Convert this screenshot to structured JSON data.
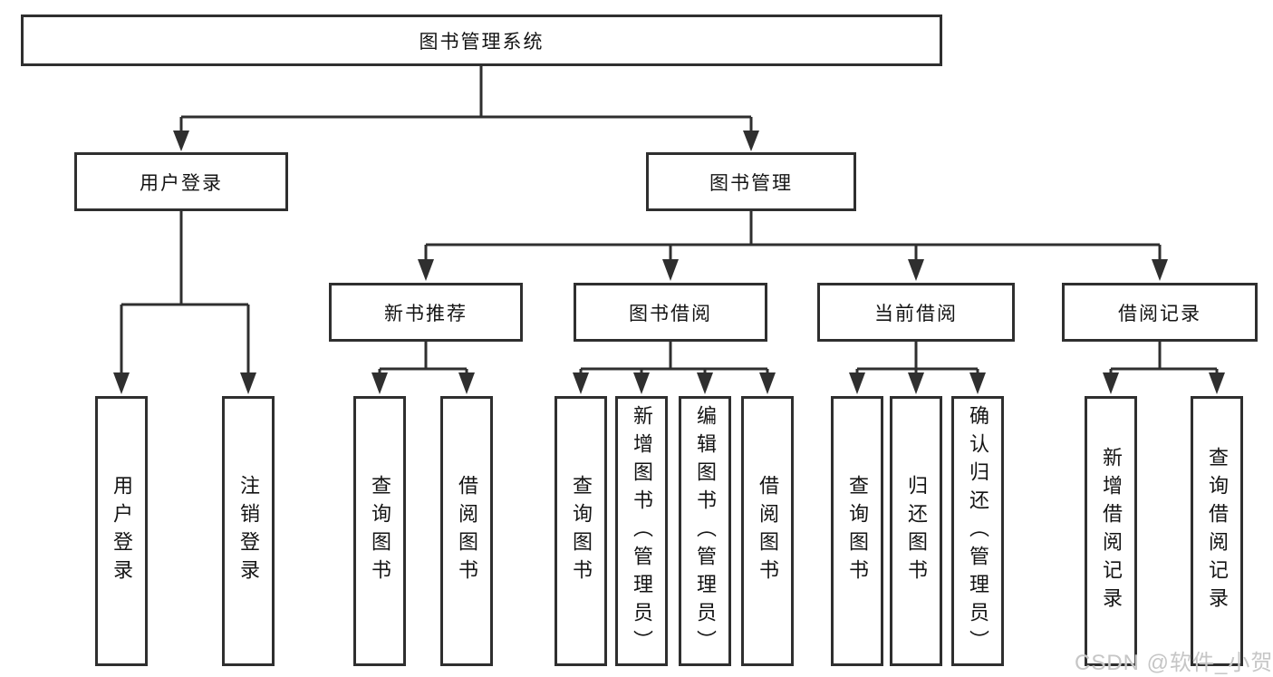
{
  "diagram": {
    "title": "图书管理系统",
    "level2": [
      {
        "label": "用户登录"
      },
      {
        "label": "图书管理"
      }
    ],
    "level3": [
      {
        "label": "新书推荐"
      },
      {
        "label": "图书借阅"
      },
      {
        "label": "当前借阅"
      },
      {
        "label": "借阅记录"
      }
    ],
    "leaves": {
      "login_group": [
        {
          "label": "用户登录"
        },
        {
          "label": "注销登录"
        }
      ],
      "new_book_group": [
        {
          "label": "查询图书"
        },
        {
          "label": "借阅图书"
        }
      ],
      "borrow_group": [
        {
          "label": "查询图书"
        },
        {
          "label": "新增图书（管理员）"
        },
        {
          "label": "编辑图书（管理员）"
        },
        {
          "label": "借阅图书"
        }
      ],
      "current_group": [
        {
          "label": "查询图书"
        },
        {
          "label": "归还图书"
        },
        {
          "label": "确认归还（管理员）"
        }
      ],
      "record_group": [
        {
          "label": "新增借阅记录"
        },
        {
          "label": "查询借阅记录"
        }
      ]
    }
  },
  "watermark": {
    "text": "CSDN @软件_小贺同学"
  },
  "colors": {
    "line": "#2f2f2f",
    "box_fill": "#ffffff",
    "text": "#141414",
    "watermark": "#c6c6c6",
    "background": "#ffffff"
  }
}
